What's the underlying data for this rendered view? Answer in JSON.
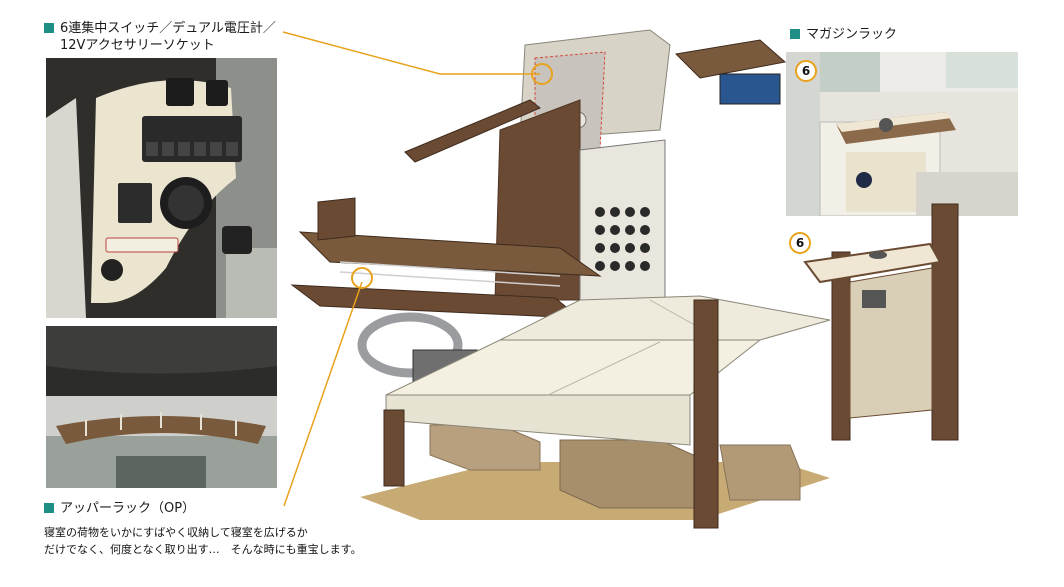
{
  "labels": {
    "switch_line1": "6連集中スイッチ／デュアル電圧計／",
    "switch_line2": "12Vアクセサリーソケット",
    "magazine": "マガジンラック",
    "upper_rack": "アッパーラック（OP）"
  },
  "description": {
    "line1": "寝室の荷物をいかにすばやく収納して寝室を広げるか",
    "line2": "だけでなく、何度となく取り出す…　そんな時にも重宝します。"
  },
  "badges": {
    "photo": "6",
    "model": "6"
  },
  "colors": {
    "accent_square": "#1f8f86",
    "leader_line": "#e8a21c",
    "wood": "#6b4a33",
    "mattress": "#f4f0e1"
  }
}
